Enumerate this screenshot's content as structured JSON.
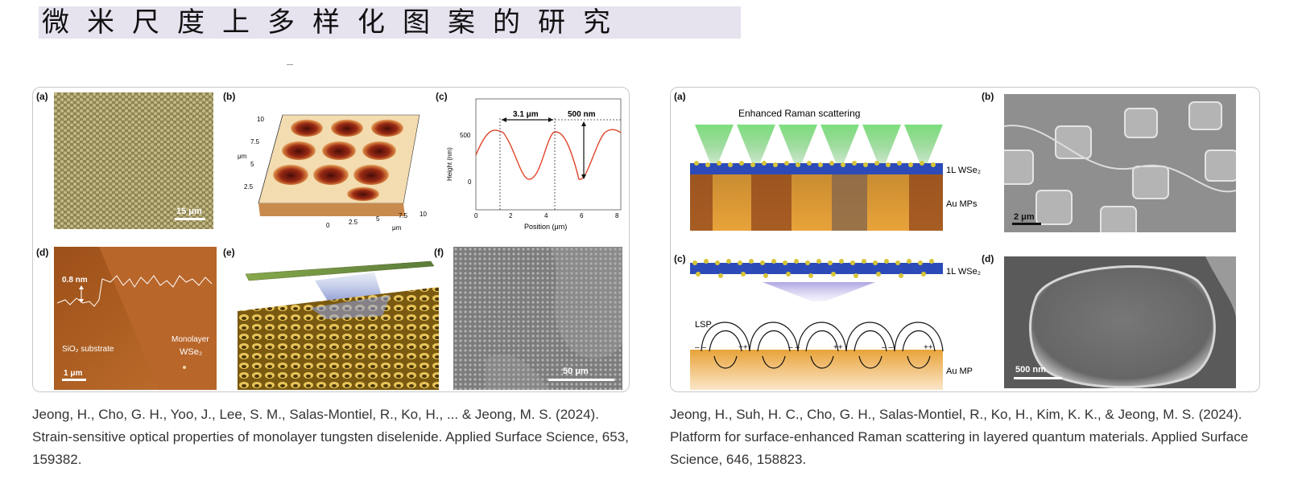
{
  "page": {
    "title": "微米尺度上多样化图案的研究"
  },
  "left_figure": {
    "panels": {
      "a": {
        "label": "(a)",
        "scale": "15 μm"
      },
      "b": {
        "label": "(b)",
        "ticks_left": [
          "10",
          "7.5",
          "5",
          "2.5"
        ],
        "axis_unit": "μm",
        "ticks_bottom": [
          "0",
          "2.5",
          "5",
          "7.5",
          "10"
        ],
        "axis_unit_bottom": "μm"
      },
      "c": {
        "label": "(c)",
        "ylabel": "Height (nm)",
        "xlabel": "Position (μm)",
        "yticks": [
          "500",
          "0"
        ],
        "xticks": [
          "0",
          "2",
          "4",
          "6",
          "8"
        ],
        "period_label": "3.1 μm",
        "depth_label": "500 nm"
      },
      "d": {
        "label": "(d)",
        "height_label": "0.8 nm",
        "substrate_label": "SiO₂ substrate",
        "monolayer_label": "Monolayer",
        "material_label": "WSe₂",
        "scale": "1 μm"
      },
      "e": {
        "label": "(e)"
      },
      "f": {
        "label": "(f)",
        "scale": "50 μm"
      }
    }
  },
  "right_figure": {
    "panels": {
      "a": {
        "label": "(a)",
        "title": "Enhanced Raman scattering",
        "layer_label": "1L WSe₂",
        "substrate_label": "Au MPs"
      },
      "b": {
        "label": "(b)",
        "scale": "2 μm"
      },
      "c": {
        "label": "(c)",
        "layer_label": "1L WSe₂",
        "lsp_label": "LSP",
        "substrate_label": "Au MP"
      },
      "d": {
        "label": "(d)",
        "scale": "500 nm"
      }
    }
  },
  "captions": {
    "left": "Jeong, H., Cho, G. H., Yoo, J., Lee, S. M., Salas-Montiel, R., Ko, H., ... & Jeong, M. S. (2024). Strain-sensitive optical properties of monolayer tungsten diselenide. Applied Surface Science, 653, 159382.",
    "right": "Jeong, H., Suh, H. C., Cho, G. H., Salas-Montiel, R., Ko, H., Kim, K. K., & Jeong, M. S. (2024). Platform for surface-enhanced Raman scattering in layered quantum materials. Applied Surface Science, 646, 158823."
  },
  "colors": {
    "title_bg": "#e6e2ee",
    "hex_gold": "#a69b63",
    "afm_brown": "#b0661f",
    "plot_red": "#e0462a",
    "sem_gray": "#8c8c8c",
    "raman_green": "#4fc04f",
    "au_orange": "#e8a33a"
  }
}
